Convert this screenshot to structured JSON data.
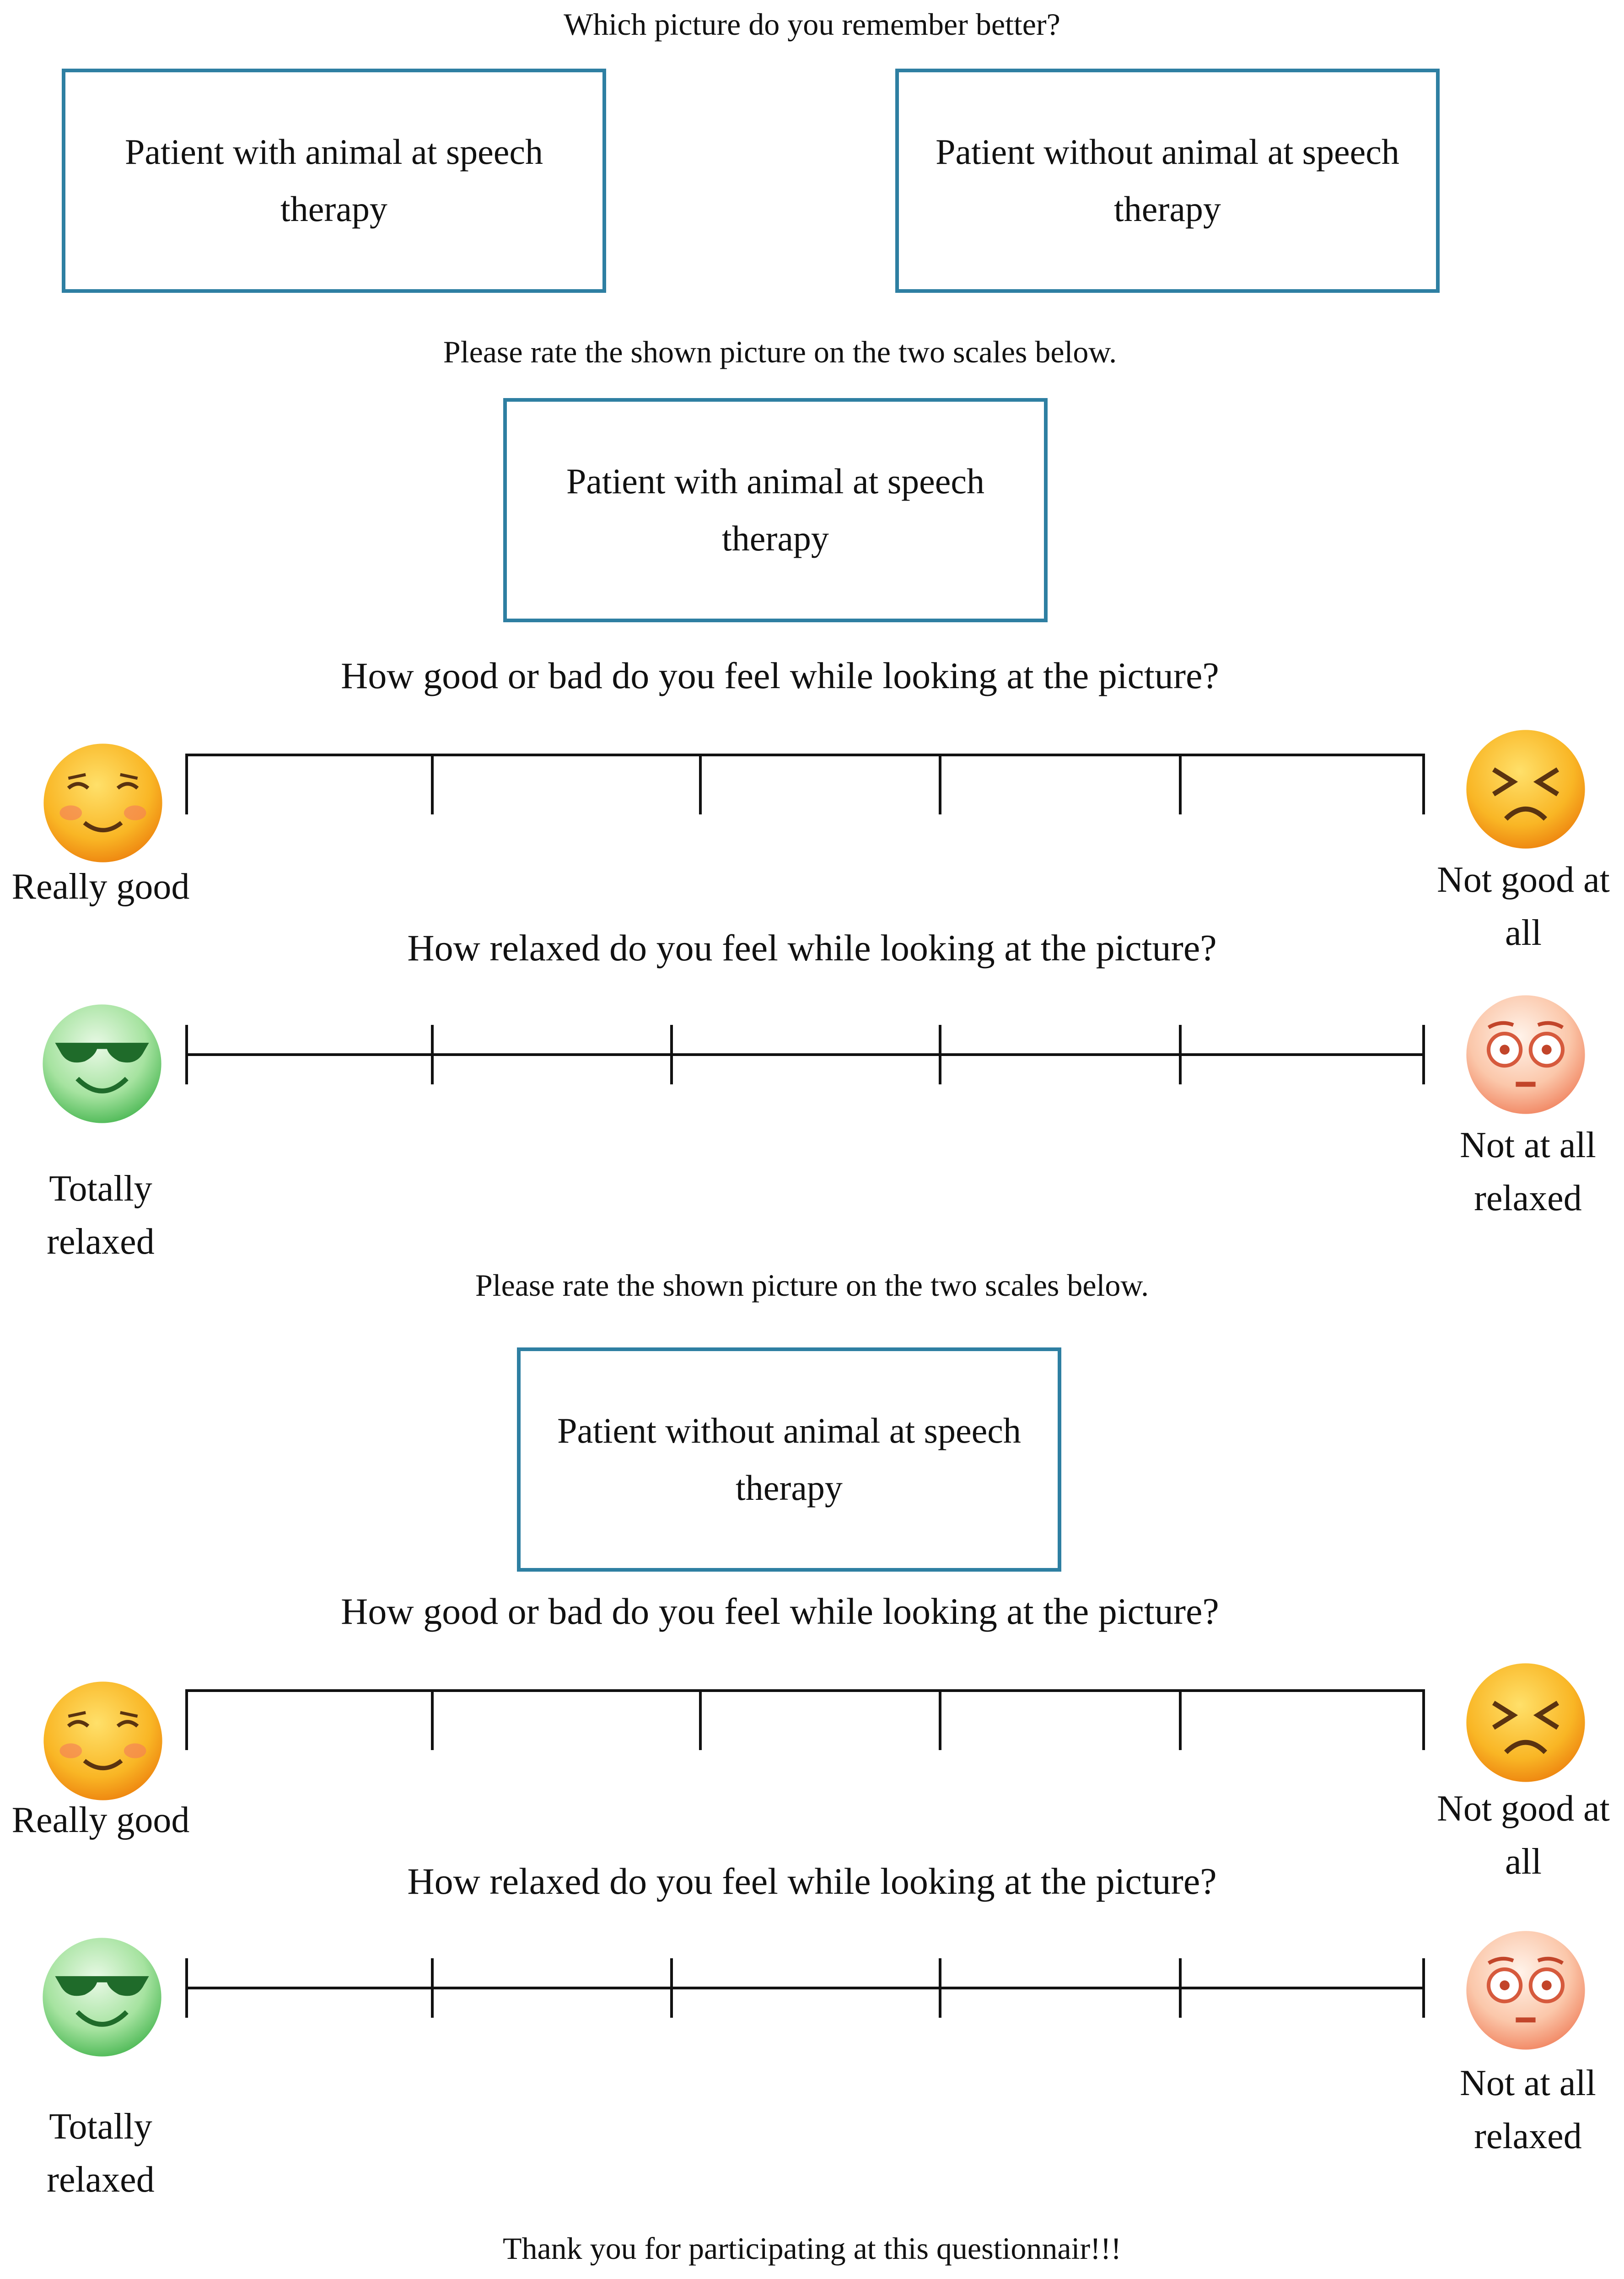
{
  "header": {
    "question": "Which picture do you remember better?"
  },
  "choice_boxes": {
    "left": "Patient with animal at speech therapy",
    "right": "Patient without animal at speech therapy"
  },
  "section_1": {
    "instruction": "Please rate the shown picture on the two scales below.",
    "picture_label": "Patient with animal at speech therapy",
    "valence": {
      "question": "How good or bad do you feel while looking at the picture?",
      "left_label": "Really good",
      "right_label": "Not good at all",
      "left_icon": "smiling-blushing-face-icon",
      "right_icon": "confounded-face-icon"
    },
    "arousal": {
      "question": "How relaxed do you feel while looking at the picture?",
      "left_label": "Totally relaxed",
      "right_label": "Not at all relaxed",
      "left_icon": "sunglasses-face-icon",
      "right_icon": "astonished-face-icon"
    }
  },
  "section_2": {
    "instruction": "Please rate the shown picture on the two scales below.",
    "picture_label": "Patient without animal at speech therapy",
    "valence": {
      "question": "How good or bad do you feel while looking at the picture?",
      "left_label": "Really good",
      "right_label": "Not good at all",
      "left_icon": "smiling-blushing-face-icon",
      "right_icon": "confounded-face-icon"
    },
    "arousal": {
      "question": "How relaxed do you feel while looking at the picture?",
      "left_label": "Totally relaxed",
      "right_label": "Not at all relaxed",
      "left_icon": "sunglasses-face-icon",
      "right_icon": "astonished-face-icon"
    }
  },
  "footer": {
    "thanks": "Thank you for participating at this questionnair!!!"
  },
  "colors": {
    "box_border": "#2e7fa2",
    "face_yellow": "#f9a21a",
    "face_green": "#6fcf7a",
    "face_peach": "#f7b08f"
  }
}
